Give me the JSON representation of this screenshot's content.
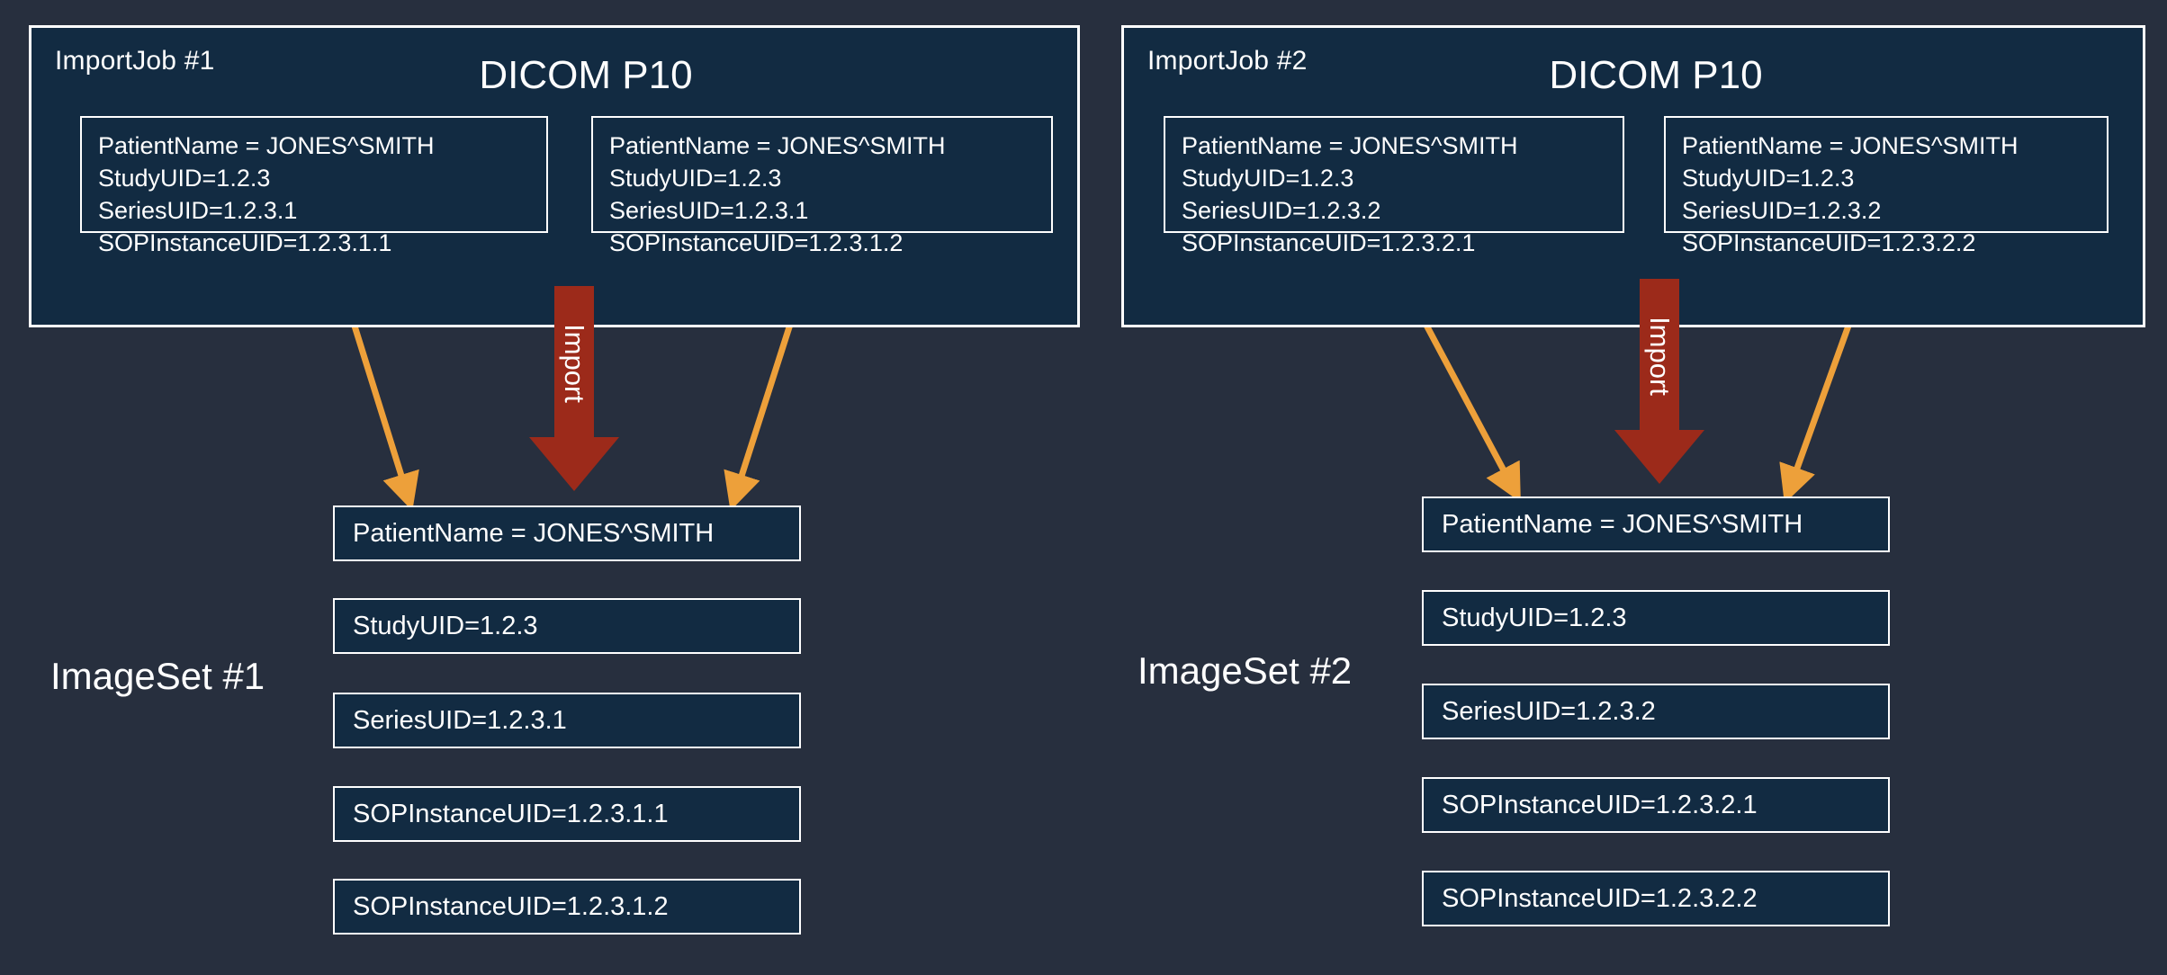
{
  "colors": {
    "page_background": "#272f3e",
    "panel_background": "#122b42",
    "border": "#ffffff",
    "import_arrow": "#9c2a1a",
    "connector_arrow": "#eda03a",
    "text": "#ffffff"
  },
  "jobs": [
    {
      "label": "ImportJob #1",
      "title": "DICOM P10",
      "instances": [
        {
          "patient_name": "PatientName = JONES^SMITH",
          "study_uid": "StudyUID=1.2.3",
          "series_uid": "SeriesUID=1.2.3.1",
          "sop_instance_uid": "SOPInstanceUID=1.2.3.1.1"
        },
        {
          "patient_name": "PatientName = JONES^SMITH",
          "study_uid": "StudyUID=1.2.3",
          "series_uid": "SeriesUID=1.2.3.1",
          "sop_instance_uid": "SOPInstanceUID=1.2.3.1.2"
        }
      ],
      "import_action": "Import"
    },
    {
      "label": "ImportJob #2",
      "title": "DICOM P10",
      "instances": [
        {
          "patient_name": "PatientName = JONES^SMITH",
          "study_uid": "StudyUID=1.2.3",
          "series_uid": "SeriesUID=1.2.3.2",
          "sop_instance_uid": "SOPInstanceUID=1.2.3.2.1"
        },
        {
          "patient_name": "PatientName = JONES^SMITH",
          "study_uid": "StudyUID=1.2.3",
          "series_uid": "SeriesUID=1.2.3.2",
          "sop_instance_uid": "SOPInstanceUID=1.2.3.2.2"
        }
      ],
      "import_action": "Import"
    }
  ],
  "imagesets": [
    {
      "label": "ImageSet #1",
      "attributes": [
        "PatientName = JONES^SMITH",
        "StudyUID=1.2.3",
        "SeriesUID=1.2.3.1",
        "SOPInstanceUID=1.2.3.1.1",
        "SOPInstanceUID=1.2.3.1.2"
      ]
    },
    {
      "label": "ImageSet #2",
      "attributes": [
        "PatientName = JONES^SMITH",
        "StudyUID=1.2.3",
        "SeriesUID=1.2.3.2",
        "SOPInstanceUID=1.2.3.2.1",
        "SOPInstanceUID=1.2.3.2.2"
      ]
    }
  ]
}
